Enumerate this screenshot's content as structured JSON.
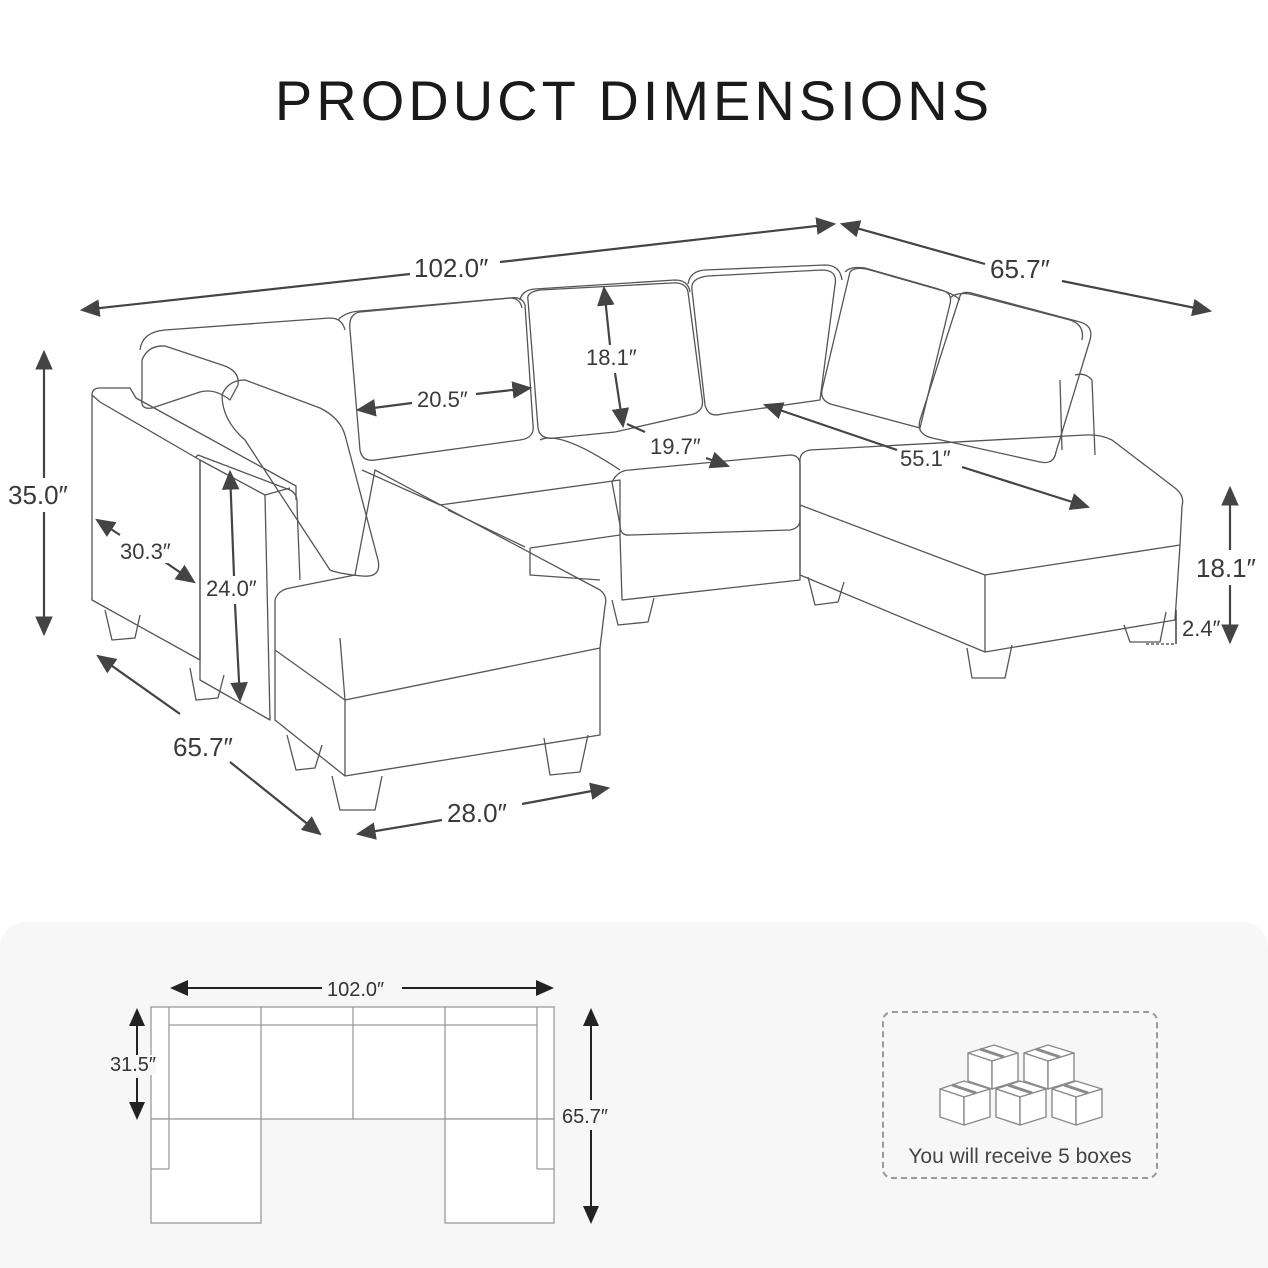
{
  "title": "PRODUCT DIMENSIONS",
  "iso_view": {
    "dimensions": {
      "overall_width": "102.0″",
      "overall_depth_right": "65.7″",
      "overall_depth_left": "65.7″",
      "overall_height": "35.0″",
      "back_height": "18.1″",
      "seat_width": "20.5″",
      "seat_depth": "19.7″",
      "chaise_length": "55.1″",
      "arm_depth": "30.3″",
      "arm_height": "24.0″",
      "chaise_width": "28.0″",
      "seat_height": "18.1″",
      "leg_height": "2.4″"
    }
  },
  "top_view": {
    "width": "102.0″",
    "back_depth": "31.5″",
    "total_depth": "65.7″"
  },
  "package": {
    "icon": "stacked-boxes-icon",
    "box_count": 5,
    "text": "You will receive 5 boxes"
  },
  "colors": {
    "line": "#555555",
    "arrow": "#444444",
    "panel_bg": "#f7f7f7",
    "plan_stroke": "#9a9a9a"
  }
}
